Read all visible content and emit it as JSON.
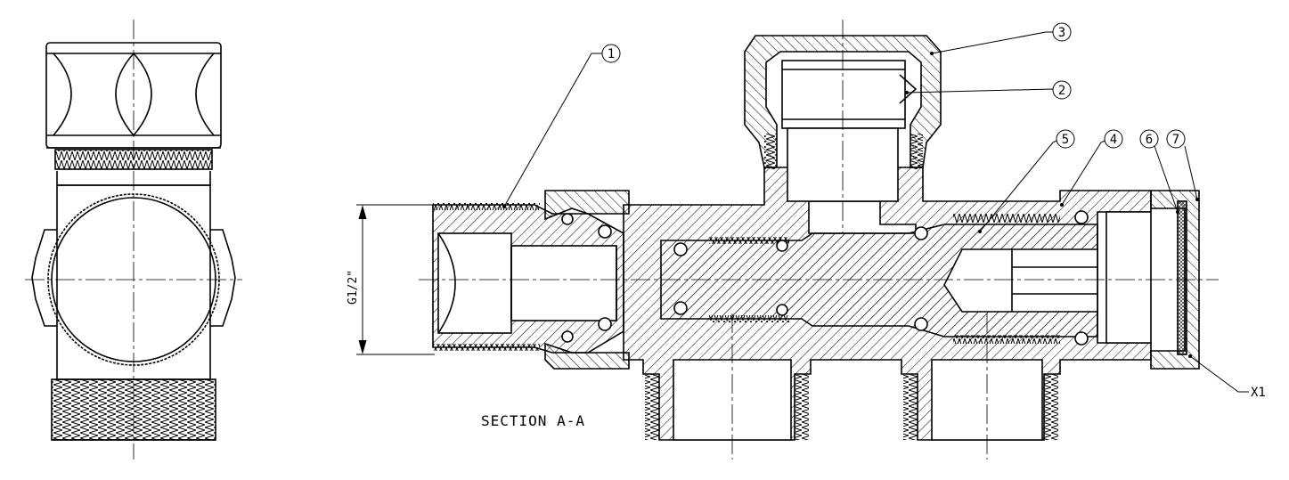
{
  "section_label": "SECTION A-A",
  "dimension_label": "G1/2\"",
  "detail_label": "X1",
  "callouts": [
    "1",
    "2",
    "3",
    "4",
    "5",
    "6",
    "7"
  ],
  "colors": {
    "line": "#000000",
    "background": "#ffffff"
  }
}
